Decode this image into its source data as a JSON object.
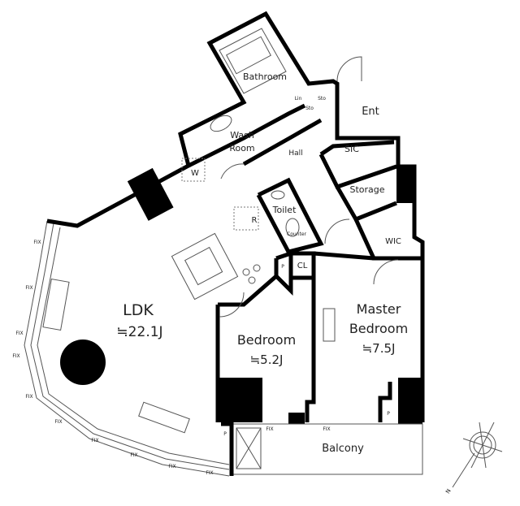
{
  "rooms": {
    "ldk": {
      "name": "LDK",
      "area": "≒22.1J"
    },
    "bedroom": {
      "name": "Bedroom",
      "area": "≒5.2J"
    },
    "master_bedroom": {
      "name_line1": "Master",
      "name_line2": "Bedroom",
      "area": "≒7.5J"
    },
    "bathroom": "Bathroom",
    "wash_room_line1": "Wash",
    "wash_room_line2": "Room",
    "hall": "Hall",
    "ent": "Ent",
    "sic": "SIC",
    "storage": "Storage",
    "toilet": "Toilet",
    "counter": "Counter",
    "wic": "WIC",
    "cl": "CL",
    "balcony": "Balcony",
    "lin": "Lin",
    "sto1": "Sto",
    "sto2": "Sto",
    "w": "W",
    "r": "R",
    "p1": "P",
    "p2": "P",
    "p3": "P"
  },
  "window_label": "FIX",
  "compass": {
    "north_label": "N"
  }
}
